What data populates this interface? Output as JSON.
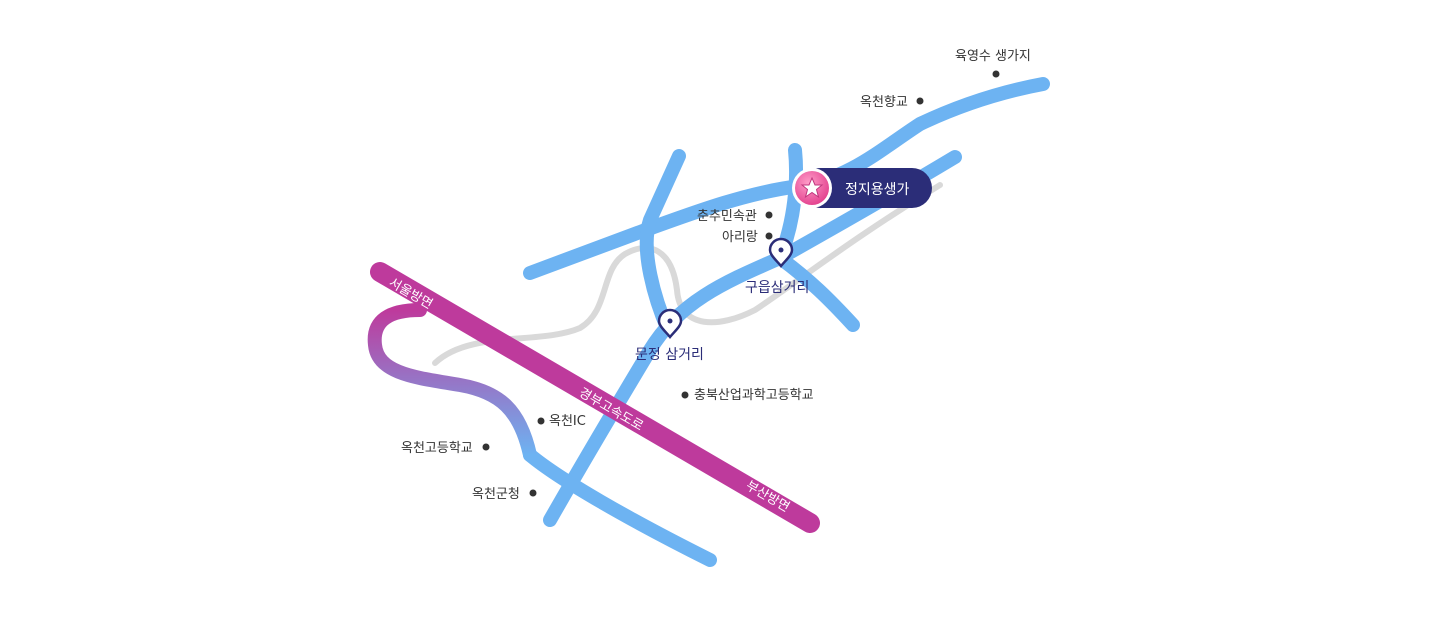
{
  "map": {
    "colors": {
      "road": "#6db3f2",
      "highway": "#be3a9c",
      "rail": "#d9d9d9",
      "dot": "#333333",
      "pin": "#2b2d78",
      "destination_bg": "#2b2d78",
      "destination_icon": "#f06aa6"
    },
    "destination": {
      "label": "정지용생가",
      "icon": "star-icon"
    },
    "junctions": [
      {
        "label": "구읍삼거리"
      },
      {
        "label": "문정 삼거리"
      }
    ],
    "highway": {
      "name": "경부고속도로",
      "north_direction": "서울방면",
      "south_direction": "부산방면"
    },
    "landmarks": [
      {
        "label": "육영수 생가지"
      },
      {
        "label": "옥천향교"
      },
      {
        "label": "춘추민속관"
      },
      {
        "label": "아리랑"
      },
      {
        "label": "충북산업과학고등학교"
      },
      {
        "label": "옥천IC"
      },
      {
        "label": "옥천고등학교"
      },
      {
        "label": "옥천군청"
      }
    ]
  }
}
